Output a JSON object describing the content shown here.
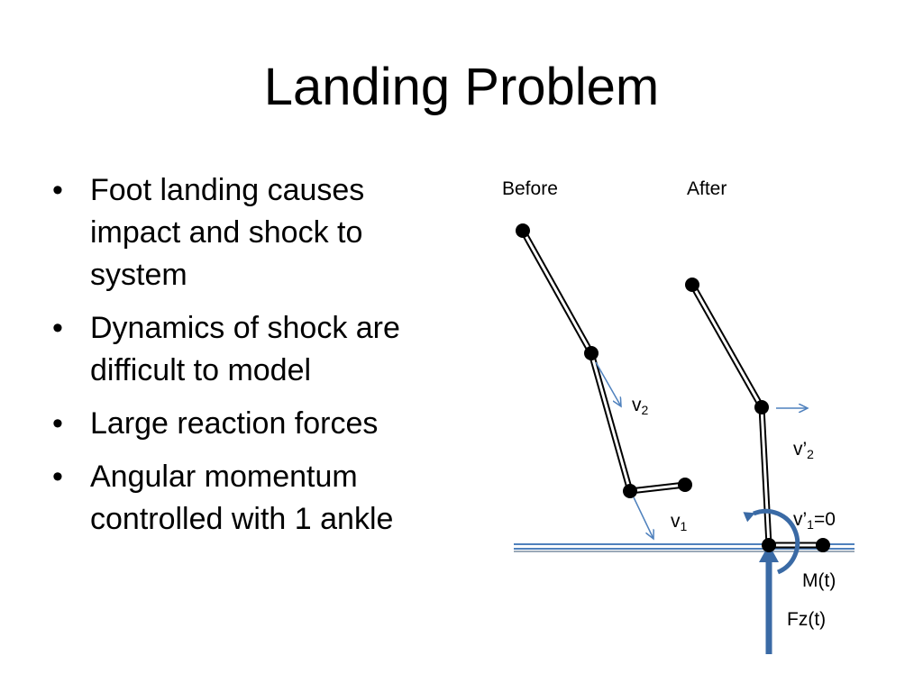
{
  "slide": {
    "title": "Landing Problem",
    "bullets": [
      "Foot landing causes impact and shock to system",
      "Dynamics of shock are difficult to model",
      "Large reaction forces",
      "Angular momentum controlled with 1 ankle"
    ],
    "bullet_glyph": "•"
  },
  "diagram": {
    "labels": {
      "before": "Before",
      "after": "After",
      "v2_base": "v",
      "v2_sub": "2",
      "v1_base": "v",
      "v1_sub": "1",
      "vp2_base": "v’",
      "vp2_sub": "2",
      "vp1_base": "v’",
      "vp1_sub": "1",
      "vp1_suffix": "=0",
      "moment": "M(t)",
      "force": "Fz(t)"
    },
    "colors": {
      "leg": "#000000",
      "velocity_arrow": "#4f81bd",
      "ground": "#4f81bd",
      "force_arrow": "#3a6aa5"
    }
  }
}
